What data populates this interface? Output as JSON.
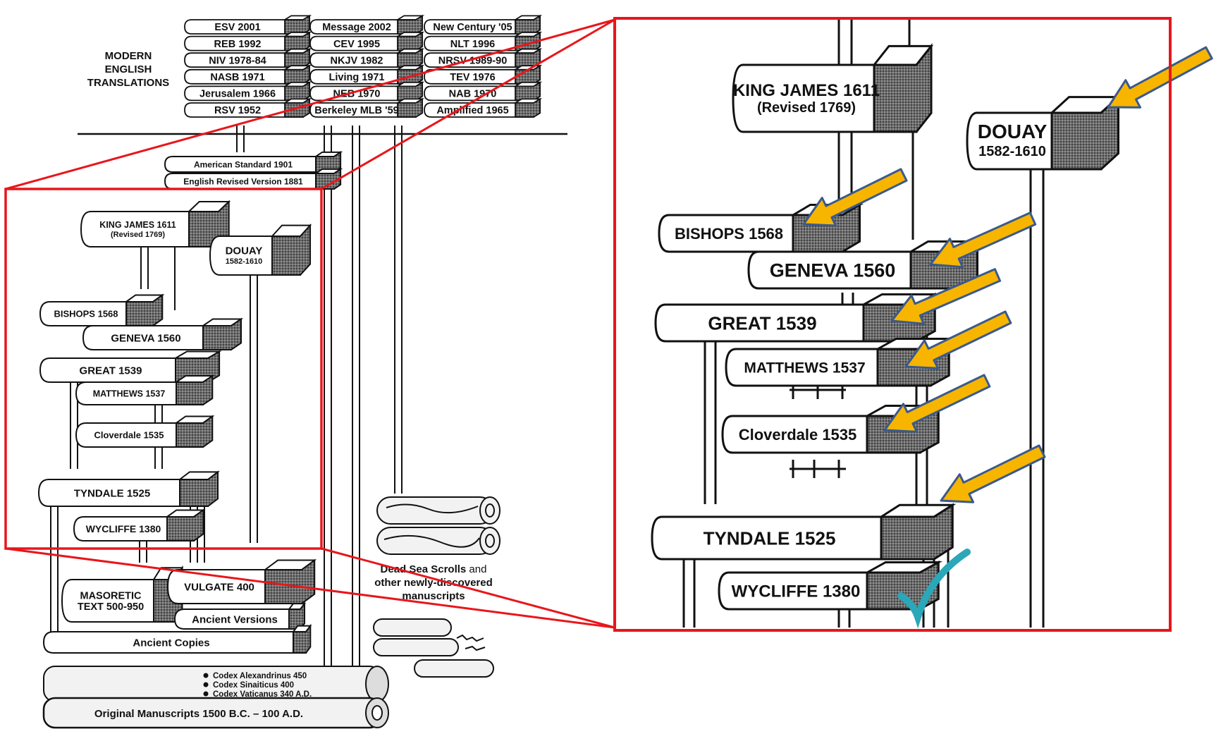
{
  "modern_label": [
    "MODERN",
    "ENGLISH",
    "TRANSLATIONS"
  ],
  "modern_columns": [
    [
      "ESV  2001",
      "REB  1992",
      "NIV  1978-84",
      "NASB  1971",
      "Jerusalem  1966",
      "RSV  1952"
    ],
    [
      "Message  2002",
      "CEV  1995",
      "NKJV  1982",
      "Living  1971",
      "NEB  1970",
      "Berkeley MLB '59"
    ],
    [
      "New Century '05",
      "NLT  1996",
      "NRSV  1989-90",
      "TEV  1976",
      "NAB  1970",
      "Amplified  1965"
    ]
  ],
  "small": {
    "asv": "American Standard 1901",
    "erv": "English Revised Version 1881",
    "kjv_1": "KING JAMES 1611",
    "kjv_2": "(Revised 1769)",
    "douay_1": "DOUAY",
    "douay_2": "1582-1610",
    "bishops": "BISHOPS 1568",
    "geneva": "GENEVA 1560",
    "great": "GREAT  1539",
    "matthews": "MATTHEWS 1537",
    "cloverdale": "Cloverdale 1535",
    "tyndale": "TYNDALE  1525",
    "wycliffe": "WYCLIFFE 1380",
    "masoretic_1": "MASORETIC",
    "masoretic_2": "TEXT 500-950",
    "vulgate": "VULGATE  400",
    "ancient_versions": "Ancient Versions",
    "ancient_copies": "Ancient Copies",
    "codex_1": "Codex Alexandrinus 450",
    "codex_2": "Codex Sinaiticus  400",
    "codex_3": "Codex Vaticanus  340 A.D.",
    "originals": "Original Manuscripts  1500 B.C.  –  100 A.D.",
    "dss_1": "Dead Sea Scrolls",
    "dss_1b": " and",
    "dss_2": "other newly-discovered",
    "dss_3": "manuscripts"
  },
  "zoom": {
    "kjv_1": "KING JAMES 1611",
    "kjv_2": "(Revised 1769)",
    "douay_1": "DOUAY",
    "douay_2": "1582-1610",
    "bishops": "BISHOPS 1568",
    "geneva": "GENEVA 1560",
    "great": "GREAT  1539",
    "matthews": "MATTHEWS 1537",
    "cloverdale": "Cloverdale 1535",
    "tyndale": "TYNDALE  1525",
    "wycliffe": "WYCLIFFE 1380"
  },
  "colors": {
    "highlight_frame": "#e8161b",
    "arrow_fill": "#f7b500",
    "arrow_stroke": "#3a5a8c",
    "check": "#2aa7b8",
    "spine": "#7a7a7a"
  },
  "icons": {
    "arrow": "pointer-arrow-icon",
    "check": "checkmark-icon"
  }
}
